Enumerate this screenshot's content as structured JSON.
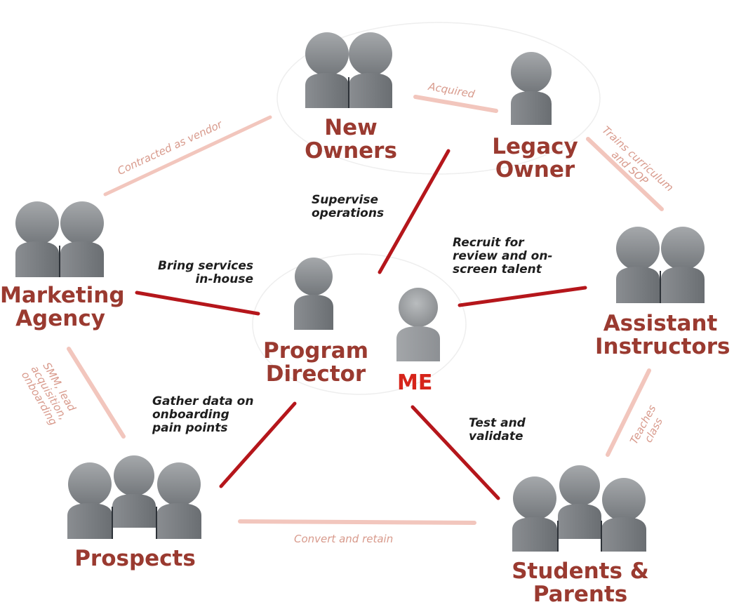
{
  "nodes": {
    "new_owners": "New\nOwners",
    "legacy_owner": "Legacy\nOwner",
    "marketing_agency": "Marketing\nAgency",
    "assistant_instructors": "Assistant\nInstructors",
    "program_director": "Program\nDirector",
    "me": "ME",
    "prospects": "Prospects",
    "students_parents": "Students &\nParents"
  },
  "actions": {
    "supervise": "Supervise\noperations",
    "bring_services": "Bring services\nin-house",
    "recruit": "Recruit for\nreview and on-\nscreen talent",
    "gather_data": "Gather data on\nonboarding\npain points",
    "test_validate": "Test and\nvalidate"
  },
  "relations": {
    "acquired": "Acquired",
    "contracted": "Contracted as vendor",
    "trains": "Trains curriculum\nand SOP",
    "smm": "SMM, lead\nacquisition,\nonboarding",
    "teaches": "Teaches\nclass",
    "convert": "Convert and retain"
  },
  "colors": {
    "node_text": "#9a3a30",
    "me_text": "#d6241a",
    "strong_link": "#b5161b",
    "soft_link": "#f2c6bd",
    "soft_text": "#d89a8c",
    "person_fill": "#7d8185"
  }
}
